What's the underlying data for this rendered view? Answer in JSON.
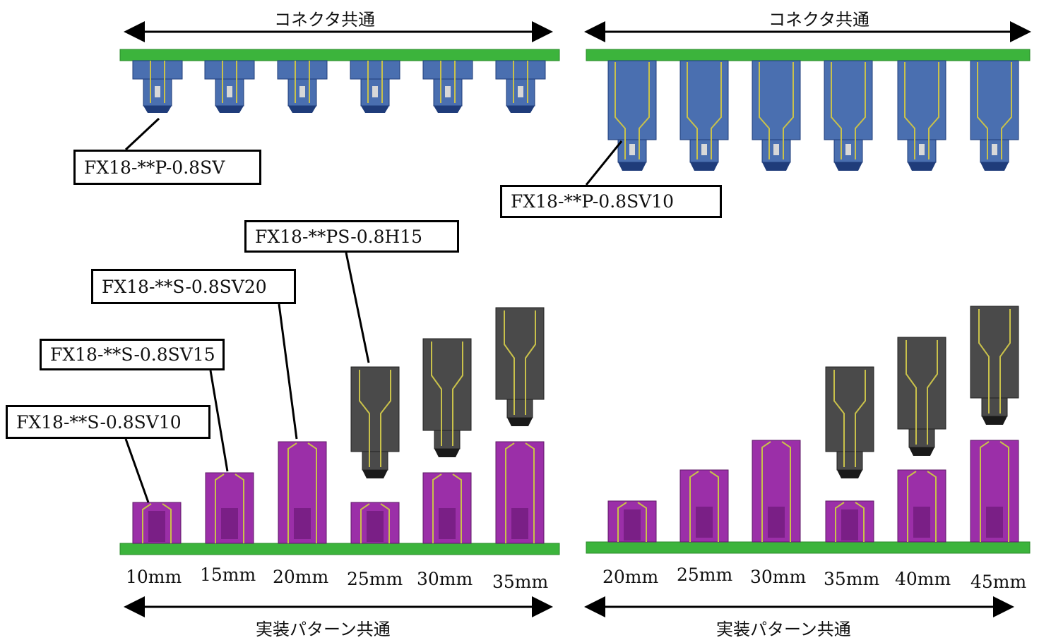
{
  "top_captions": {
    "left": "コネクタ共通",
    "right": "コネクタ共通"
  },
  "bottom_captions": {
    "left": "実装パターン共通",
    "right": "実装パターン共通"
  },
  "labels": {
    "plug_sv": "FX18-**P-0.8SV",
    "plug_sv10": "FX18-**P-0.8SV10",
    "plug_h15": "FX18-**PS-0.8H15",
    "sock_sv20": "FX18-**S-0.8SV20",
    "sock_sv15": "FX18-**S-0.8SV15",
    "sock_sv10": "FX18-**S-0.8SV10"
  },
  "left_heights": [
    "10mm",
    "15mm",
    "20mm",
    "25mm",
    "30mm",
    "35mm"
  ],
  "right_heights": [
    "20mm",
    "25mm",
    "30mm",
    "35mm",
    "40mm",
    "45mm"
  ],
  "colors": {
    "board": "#3cb43c",
    "plug": "#4a6fb0",
    "plug_dark": "#1f3c7a",
    "socket": "#9b2fa8",
    "dark_plug": "#4a4a4a",
    "pin": "#c9c14a"
  }
}
